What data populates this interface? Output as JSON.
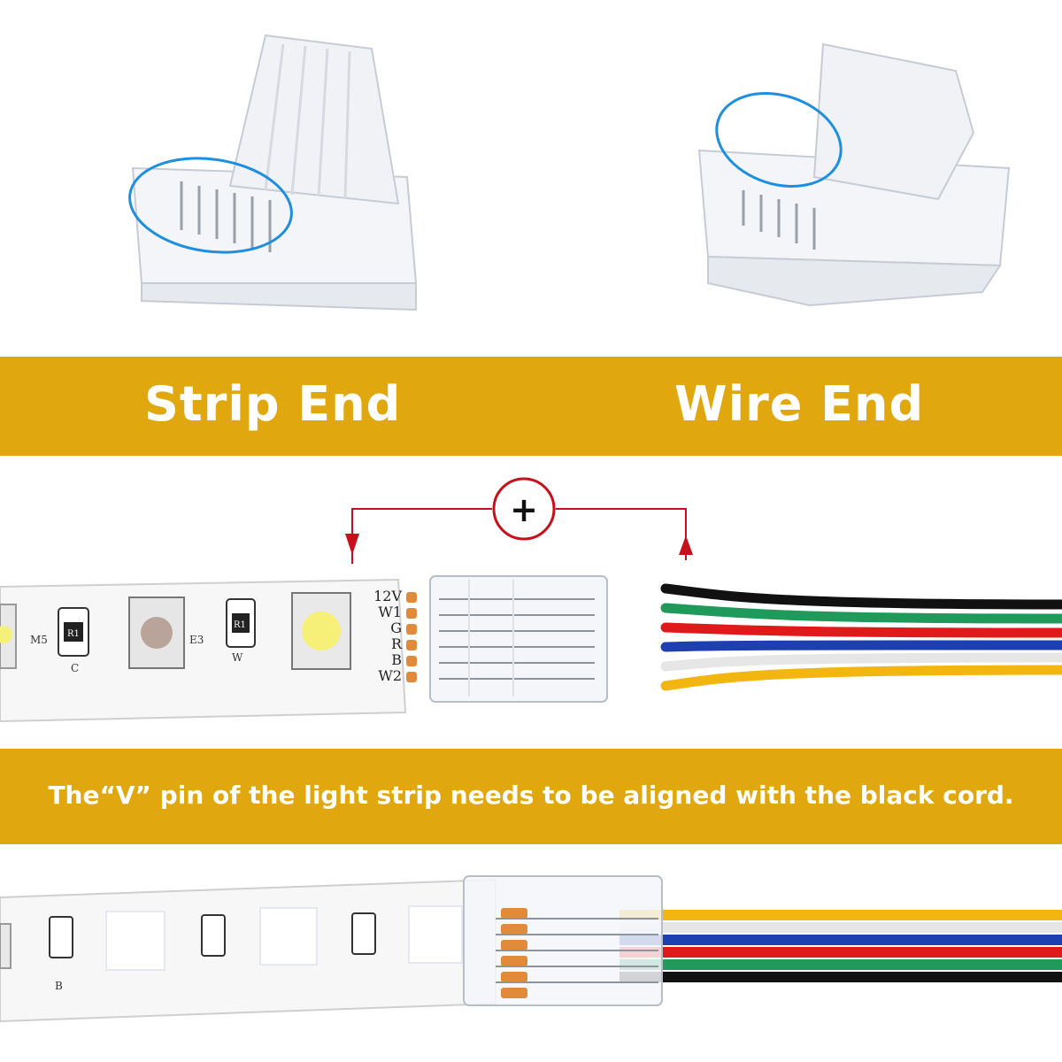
{
  "banner_top": {
    "strip_end": "Strip End",
    "wire_end": "Wire End"
  },
  "banner_mid": {
    "note": "The“V” pin of the light strip needs to be aligned with the black cord."
  },
  "diagram": {
    "join_symbol": "+",
    "pin_labels": [
      "12V",
      "W1",
      "G",
      "R",
      "B",
      "W2"
    ],
    "pad_color": "#e08a3a",
    "arrow_color": "#c8101a",
    "highlight_color": "#1e8fe0",
    "wire_colors": [
      "#111111",
      "#1f9a5a",
      "#e01a1a",
      "#1d3fb0",
      "#f2f2f2",
      "#f3b510"
    ]
  },
  "strip_markings": [
    "M5",
    "R1",
    "E3",
    "R1",
    "W",
    "C",
    "B"
  ]
}
